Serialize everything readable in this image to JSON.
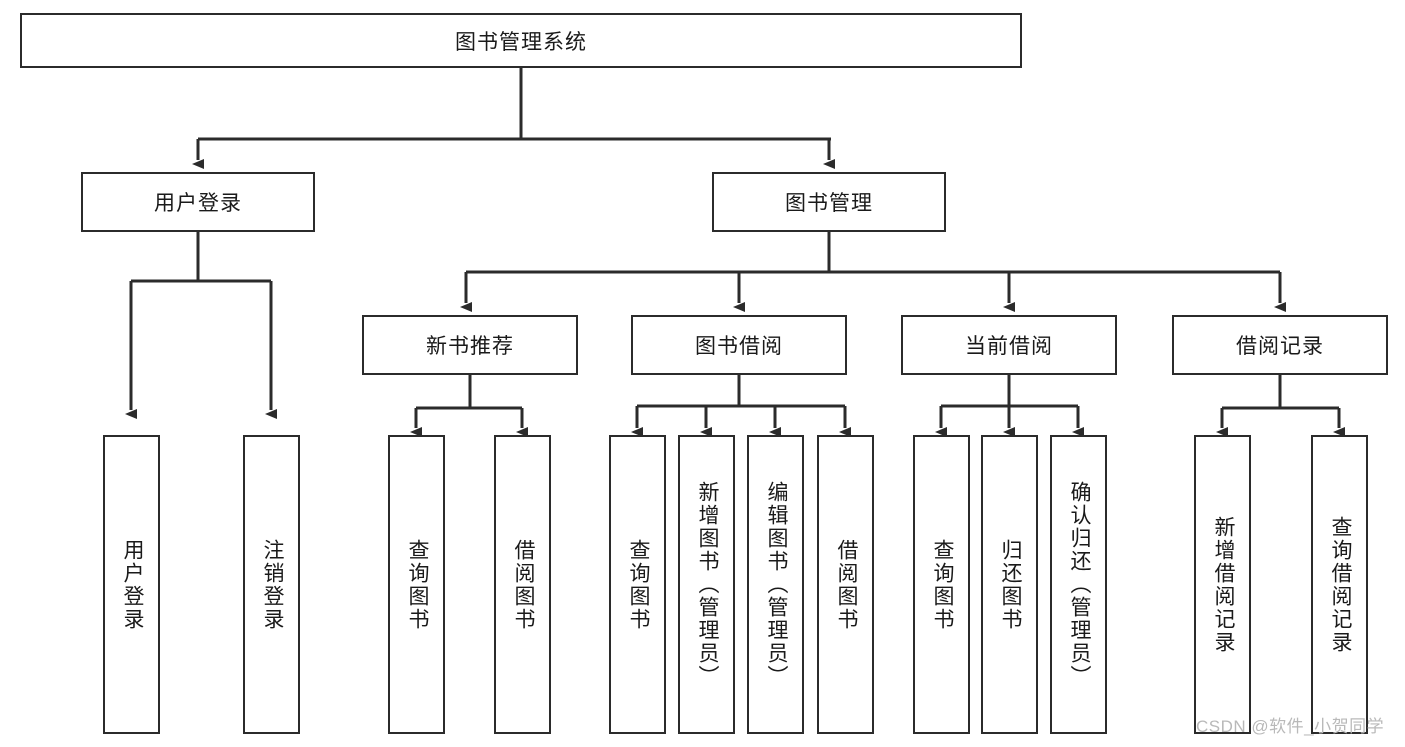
{
  "diagram": {
    "title": "图书管理系统",
    "root": {
      "label": "图书管理系统"
    },
    "level1": [
      {
        "label": "用户登录"
      },
      {
        "label": "图书管理"
      }
    ],
    "level2": [
      {
        "label": "新书推荐"
      },
      {
        "label": "图书借阅"
      },
      {
        "label": "当前借阅"
      },
      {
        "label": "借阅记录"
      }
    ],
    "leaves": [
      {
        "label": "用户登录"
      },
      {
        "label": "注销登录"
      },
      {
        "label": "查询图书"
      },
      {
        "label": "借阅图书"
      },
      {
        "label": "查询图书"
      },
      {
        "label": "新增图书（管理员）"
      },
      {
        "label": "编辑图书（管理员）"
      },
      {
        "label": "借阅图书"
      },
      {
        "label": "查询图书"
      },
      {
        "label": "归还图书"
      },
      {
        "label": "确认归还（管理员）"
      },
      {
        "label": "新增借阅记录"
      },
      {
        "label": "查询借阅记录"
      }
    ],
    "watermark": "CSDN @软件_小贺同学",
    "colors": {
      "stroke": "#2b2b2b",
      "text": "#1a1a1a",
      "background": "#ffffff",
      "watermark": "#b9b9b9"
    }
  }
}
